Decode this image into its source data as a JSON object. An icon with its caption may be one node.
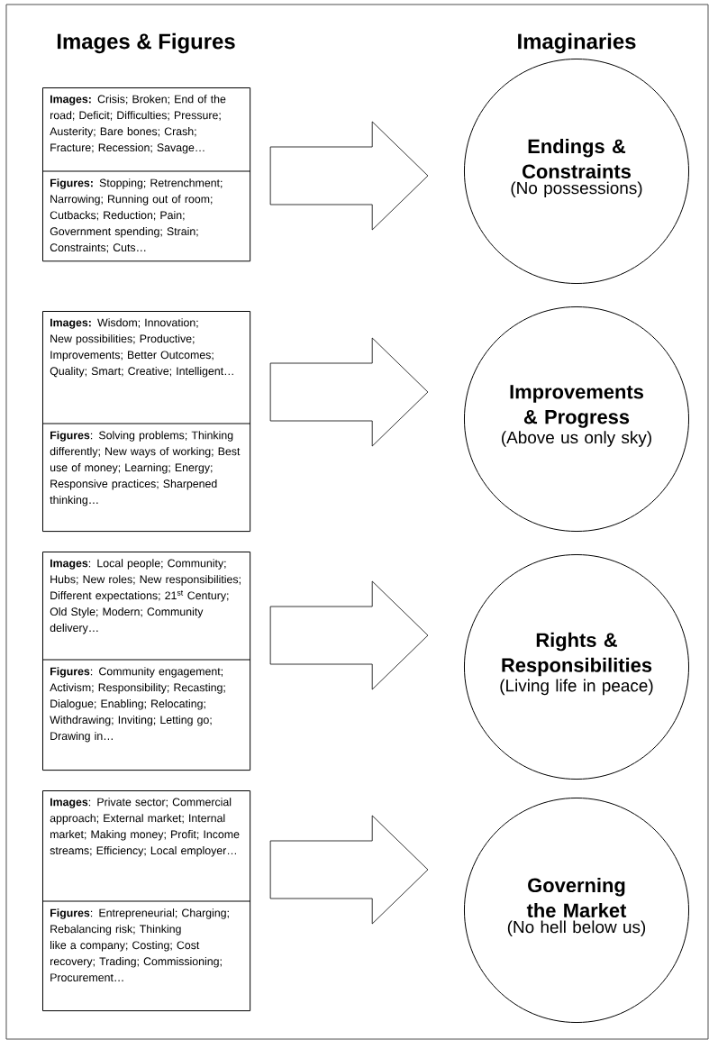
{
  "diagram": {
    "nodes": [
      {
        "text": [
          "**Images:** Crisis; Broken; End of the road; Deficit; Difficulties; Pressure; Austerity; Bare bones; Crash; Fracture; Recession; Savage…",
          "**Figures:** Stopping; Retrenchment; Narrowing; Running out of room; Cutbacks; Reduction; Pain; Government spending; Strain; Constraints; Cuts…"
        ]
      },
      {
        "text": [
          "Endings & Constraints",
          "(No possessions)"
        ]
      },
      {
        "text": [
          "**Images:** Wisdom; Innovation; New possibilities; Productive; Improvements; Better Outcomes; Quality; Smart; Creative; Intelligent…",
          "**Figures**: Solving problems; Thinking differently; New ways of working; Best use of money; Learning; Energy; Responsive practices; Sharpened thinking…"
        ]
      },
      {
        "text": [
          "Improvements & Progress",
          "(Above us only sky)"
        ]
      },
      {
        "text": [
          "**Images**: Local people; Community; Hubs; New roles; New responsibilities; Different expectations; 21$^{st}$ Century; Old Style; Modern; Community delivery…",
          "**Figures**: Community engagement; Activism; Responsibility; Recasting; Dialogue; Enabling; Relocating; Withdrawing; Inviting; Letting go; Drawing in…"
        ]
      },
      {
        "text": [
          "Rights & Responsibilities",
          "(Living life in peace)"
        ]
      },
      {
        "text": [
          "**Images**: Private sector; Commercial approach; External market; Internal market; Making money; Profit; Income streams; Efficiency; Local employer…",
          "**Figures**: Entrepreneurial; Charging; Rebalancing risk; Thinking like a company; Costing; Cost recovery; Trading; Commissioning; Procurement…"
        ]
      },
      {
        "text": [
          "Governing the Market",
          "(No hell below us)"
        ]
      }
    ],
    "edges": [
      {
        "from": 0,
        "to": 1,
        "arrow": "to"
      },
      {
        "from": 2,
        "to": 3,
        "arrow": "to"
      },
      {
        "from": 4,
        "to": 5,
        "arrow": "to"
      },
      {
        "from": 6,
        "to": 7,
        "arrow": "to"
      }
    ],
    "labels": [
      "Images & Figures",
      "Imaginaries"
    ]
  }
}
